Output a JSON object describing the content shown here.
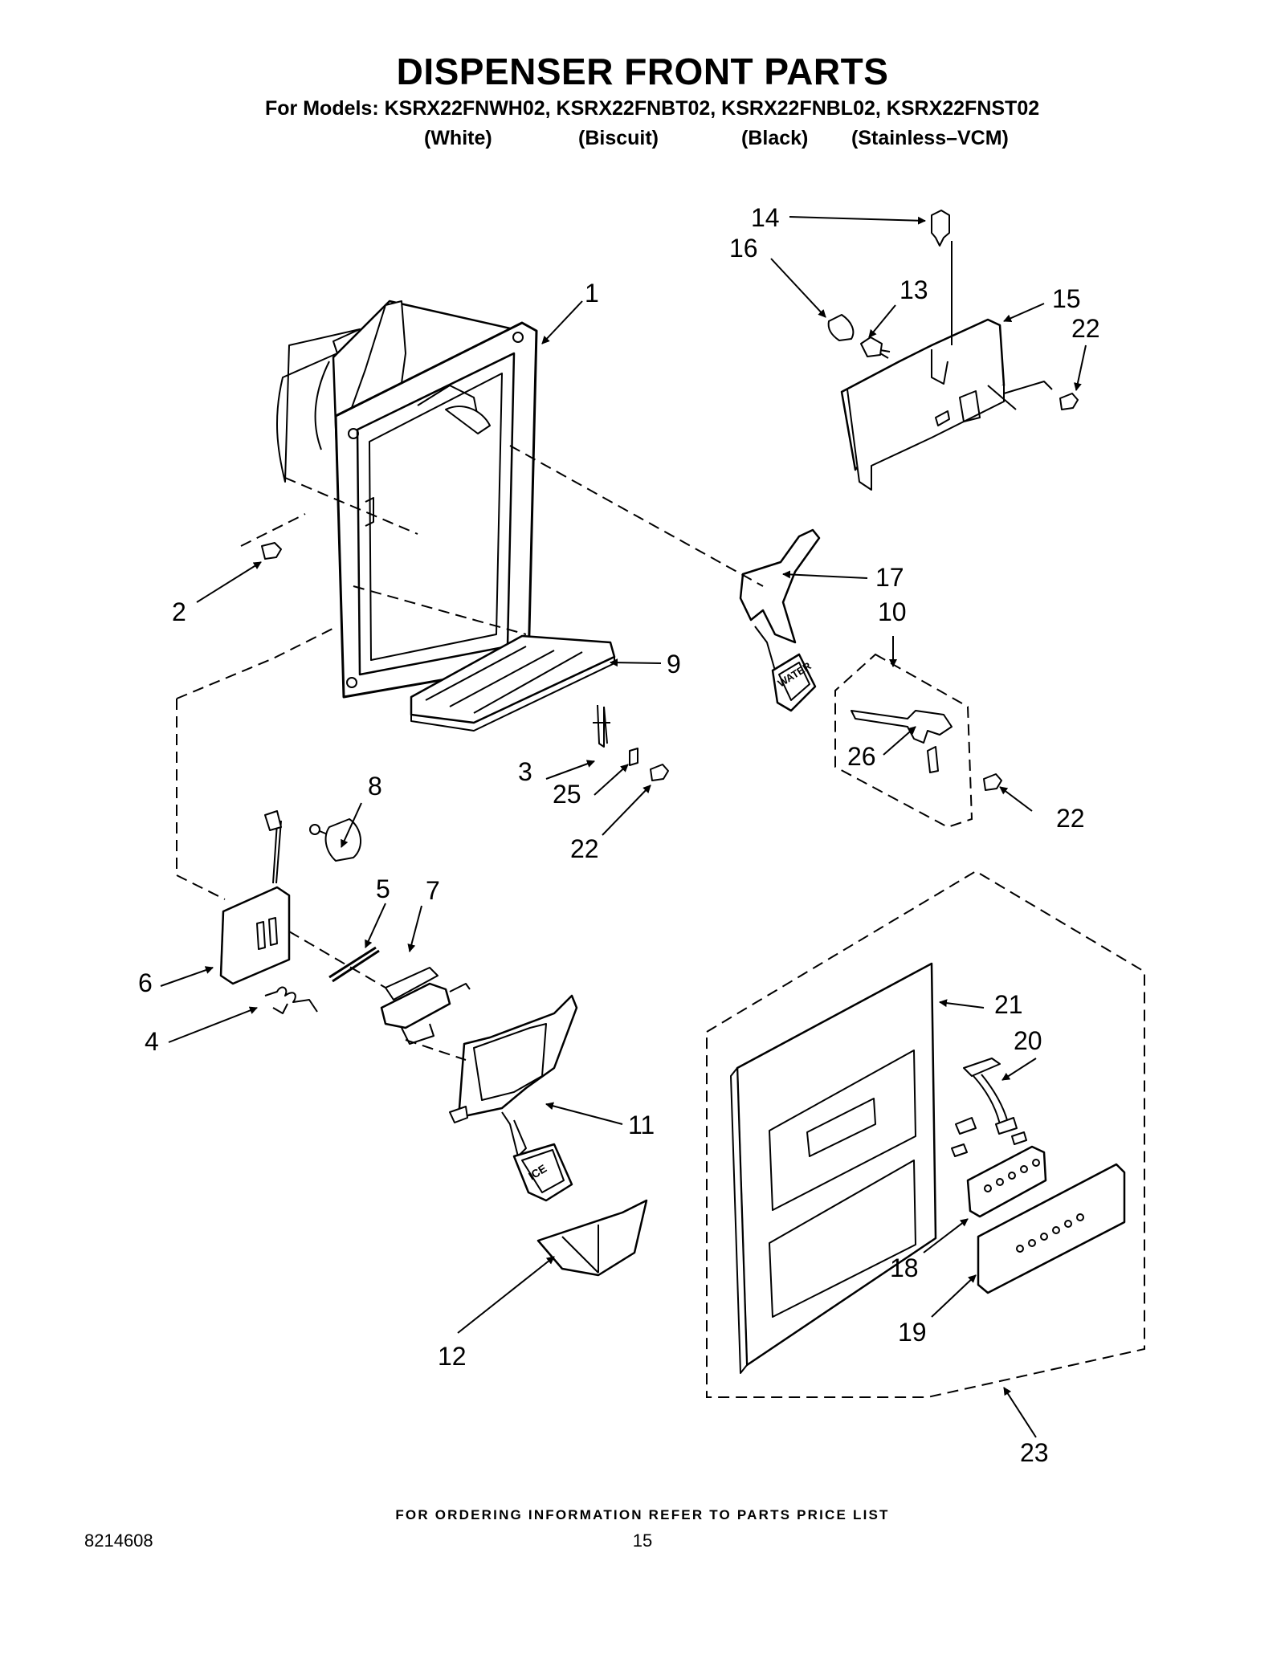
{
  "header": {
    "title": "DISPENSER FRONT PARTS",
    "models": "For Models: KSRX22FNWH02, KSRX22FNBT02, KSRX22FNBL02, KSRX22FNST02",
    "variants": [
      "(White)",
      "(Biscuit)",
      "(Black)",
      "(Stainless–VCM)"
    ]
  },
  "callouts": [
    "1",
    "2",
    "3",
    "4",
    "5",
    "6",
    "7",
    "8",
    "9",
    "10",
    "11",
    "12",
    "13",
    "14",
    "15",
    "16",
    "17",
    "18",
    "19",
    "20",
    "21",
    "22",
    "22",
    "22",
    "23",
    "25",
    "26"
  ],
  "panel_labels": {
    "water_pad": "WATER",
    "ice_pad": "ICE"
  },
  "footer": {
    "ordering_note": "FOR ORDERING INFORMATION REFER TO PARTS PRICE LIST",
    "document_number": "8214608",
    "page_number": "15"
  }
}
